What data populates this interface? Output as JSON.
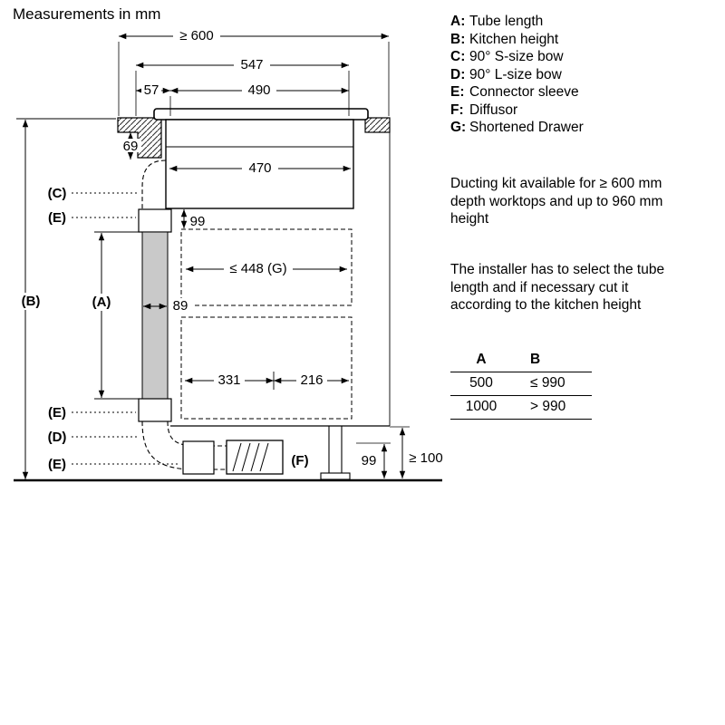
{
  "title": "Measurements in mm",
  "legend": [
    {
      "key": "A:",
      "label": "Tube length"
    },
    {
      "key": "B:",
      "label": "Kitchen height"
    },
    {
      "key": "C:",
      "label": "90° S-size bow"
    },
    {
      "key": "D:",
      "label": "90° L-size bow"
    },
    {
      "key": "E:",
      "label": "Connector sleeve"
    },
    {
      "key": "F:",
      "label": "Diffusor"
    },
    {
      "key": "G:",
      "label": "Shortened Drawer"
    }
  ],
  "notes": {
    "ducting": "Ducting kit available for ≥ 600 mm depth worktops and up to 960 mm height",
    "installer": "The installer has to select the tube length and if necessary cut it according to the kitchen height"
  },
  "table": {
    "col_a": "A",
    "col_b": "B",
    "rows": [
      {
        "a": "500",
        "b": "≤ 990"
      },
      {
        "a": "1000",
        "b": "> 990"
      }
    ]
  },
  "diagram": {
    "dim_600": "≥ 600",
    "dim_547": "547",
    "dim_57": "57",
    "dim_490": "490",
    "dim_69": "69",
    "dim_470": "470",
    "dim_99_top": "99",
    "dim_448": "≤ 448 (G)",
    "dim_89": "89",
    "dim_331": "331",
    "dim_216": "216",
    "dim_99_bottom": "99",
    "dim_100": "≥ 100",
    "label_a": "(A)",
    "label_b": "(B)",
    "label_c": "(C)",
    "label_d": "(D)",
    "label_e": "(E)",
    "label_f": "(F)"
  }
}
